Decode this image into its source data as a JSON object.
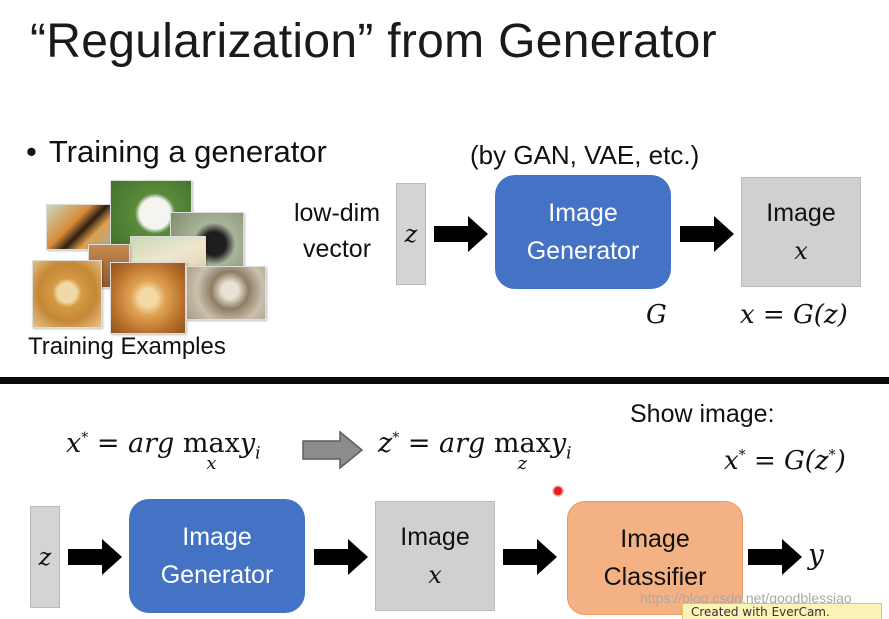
{
  "title": "“Regularization” from Generator",
  "top": {
    "bullet": "Training a generator",
    "method_note": "(by GAN, VAE, etc.)",
    "training_examples_label": "Training Examples",
    "low_dim_line1": "low-dim",
    "low_dim_line2": "vector",
    "z_label": "z",
    "generator_line1": "Image",
    "generator_line2": "Generator",
    "image_line1": "Image",
    "image_var": "x",
    "g_label": "G",
    "equation": "x = G(z)"
  },
  "bottom": {
    "eq_left_lhs": "x",
    "eq_left_star": "*",
    "eq_left_rhs": "= arg",
    "eq_left_max": "max",
    "eq_left_sub": "x",
    "eq_left_y": "y",
    "eq_left_i": "i",
    "eq_right_lhs": "z",
    "eq_right_star": "*",
    "eq_right_rhs": "= arg",
    "eq_right_max": "max",
    "eq_right_sub": "z",
    "eq_right_y": "y",
    "eq_right_i": "i",
    "show_image_label": "Show image:",
    "show_image_eq_lhs": "x",
    "show_image_eq_star": "*",
    "show_image_eq_rhs": "= G(z",
    "show_image_eq_star2": "*",
    "show_image_eq_close": ")",
    "z_label": "z",
    "generator_line1": "Image",
    "generator_line2": "Generator",
    "image_line1": "Image",
    "image_var": "x",
    "classifier_line1": "Image",
    "classifier_line2": "Classifier",
    "output_var": "y"
  },
  "watermark_url": "https://blog.csdn.net/goodblessjao",
  "watermark_evercam": "Created with EverCam.",
  "colors": {
    "generator_blue": "#4472c4",
    "classifier_orange": "#f4b183",
    "box_gray": "#d0d0d0",
    "divider": "#0a0a0a",
    "cursor_red": "#e02020"
  }
}
